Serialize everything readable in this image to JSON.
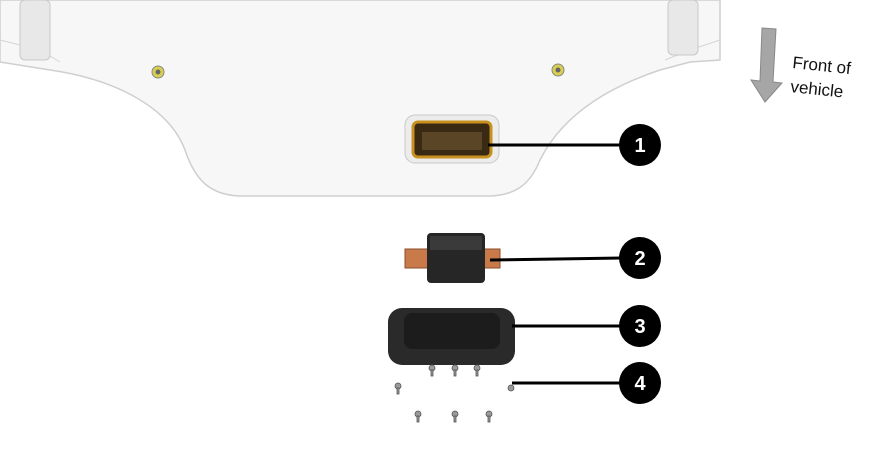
{
  "direction_indicator": {
    "line1": "Front of",
    "line2": "vehicle"
  },
  "callouts": [
    {
      "number": "1",
      "part": "access-opening"
    },
    {
      "number": "2",
      "part": "connector"
    },
    {
      "number": "3",
      "part": "cover-plate"
    },
    {
      "number": "4",
      "part": "screws"
    }
  ],
  "colors": {
    "pack": "#f7f7f7",
    "outline": "#cfcfcf",
    "gasket": "#c8901e",
    "copper": "#c87a4a",
    "part_dark": "#2a2a2a",
    "callout": "#000000",
    "arrow": "#a6a6a6"
  }
}
